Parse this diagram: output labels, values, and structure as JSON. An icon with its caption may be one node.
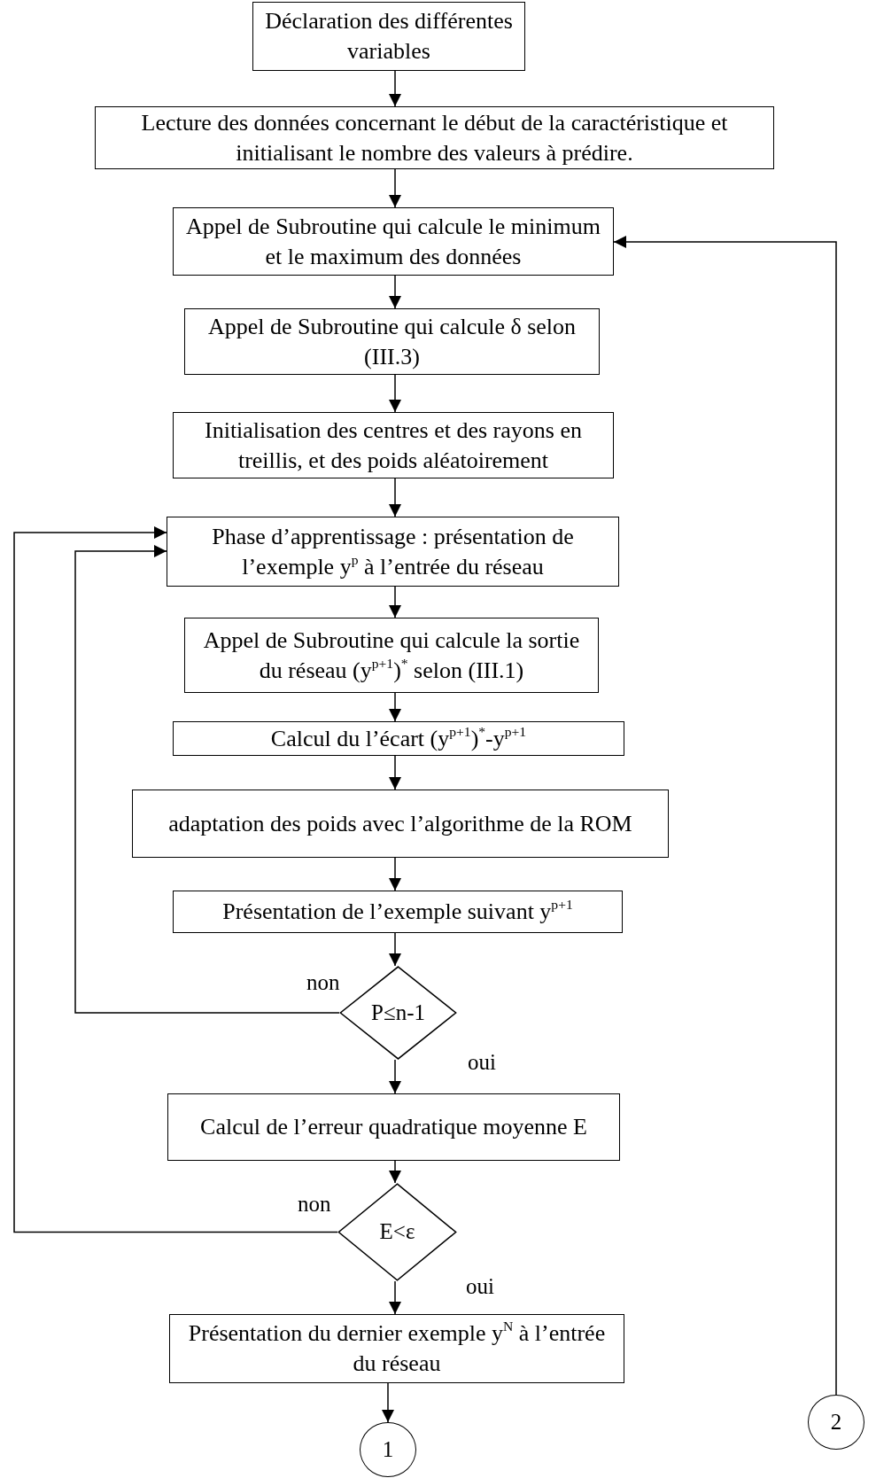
{
  "diagram": {
    "nodes": [
      {
        "text": [
          "Déclaration des différentes variables"
        ]
      },
      {
        "text": [
          "Lecture des données concernant le début de la caractéristique et initialisant le nombre des valeurs à prédire."
        ]
      },
      {
        "text": [
          "Appel de Subroutine qui calcule le minimum et le maximum des données"
        ]
      },
      {
        "text": [
          "Appel de Subroutine qui calcule δ selon (III.3)"
        ]
      },
      {
        "text": [
          "Initialisation des centres et des rayons en treillis, et des poids aléatoirement"
        ]
      },
      {
        "text": [
          "Phase d’apprentissage : présentation de l’exemple y$^{p}$ à l’entrée du réseau"
        ]
      },
      {
        "text": [
          "Appel de Subroutine qui calcule la sortie du réseau (y$^{p+1}$)$^{*}$ selon (III.1)"
        ]
      },
      {
        "text": [
          "Calcul du l’écart  (y$^{p+1}$)$^{*}$-y$^{p+1}$"
        ]
      },
      {
        "text": [
          "adaptation des poids avec l’algorithme de la ROM"
        ]
      },
      {
        "text": [
          "Présentation de l’exemple suivant y$^{p+1}$"
        ]
      },
      {
        "text": [
          "P≤n-1"
        ]
      },
      {
        "text": [
          "Calcul de l’erreur quadratique moyenne E"
        ]
      },
      {
        "text": [
          "E<ε"
        ]
      },
      {
        "text": [
          "Présentation du dernier exemple y$^{N}$ à l’entrée du réseau"
        ]
      },
      {
        "text": [
          "1"
        ]
      },
      {
        "text": [
          "2"
        ]
      }
    ],
    "edges": [
      {
        "from": 0,
        "to": 1,
        "arrow": "to"
      },
      {
        "from": 1,
        "to": 2,
        "arrow": "to"
      },
      {
        "from": 2,
        "to": 3,
        "arrow": "to"
      },
      {
        "from": 3,
        "to": 4,
        "arrow": "to"
      },
      {
        "from": 4,
        "to": 5,
        "arrow": "to"
      },
      {
        "from": 5,
        "to": 6,
        "arrow": "to"
      },
      {
        "from": 6,
        "to": 7,
        "arrow": "to"
      },
      {
        "from": 7,
        "to": 8,
        "arrow": "to"
      },
      {
        "from": 8,
        "to": 9,
        "arrow": "to"
      },
      {
        "from": 9,
        "to": 10,
        "arrow": "to"
      },
      {
        "from": 10,
        "to": 11,
        "arrow": "to",
        "label": "oui"
      },
      {
        "from": 10,
        "to": 5,
        "arrow": "to",
        "label": "non"
      },
      {
        "from": 11,
        "to": 12,
        "arrow": "to"
      },
      {
        "from": 12,
        "to": 13,
        "arrow": "to",
        "label": "oui"
      },
      {
        "from": 12,
        "to": 5,
        "arrow": "to",
        "label": "non"
      },
      {
        "from": 13,
        "to": 14,
        "arrow": "to"
      },
      {
        "from": 15,
        "to": 2,
        "arrow": "to"
      }
    ]
  }
}
